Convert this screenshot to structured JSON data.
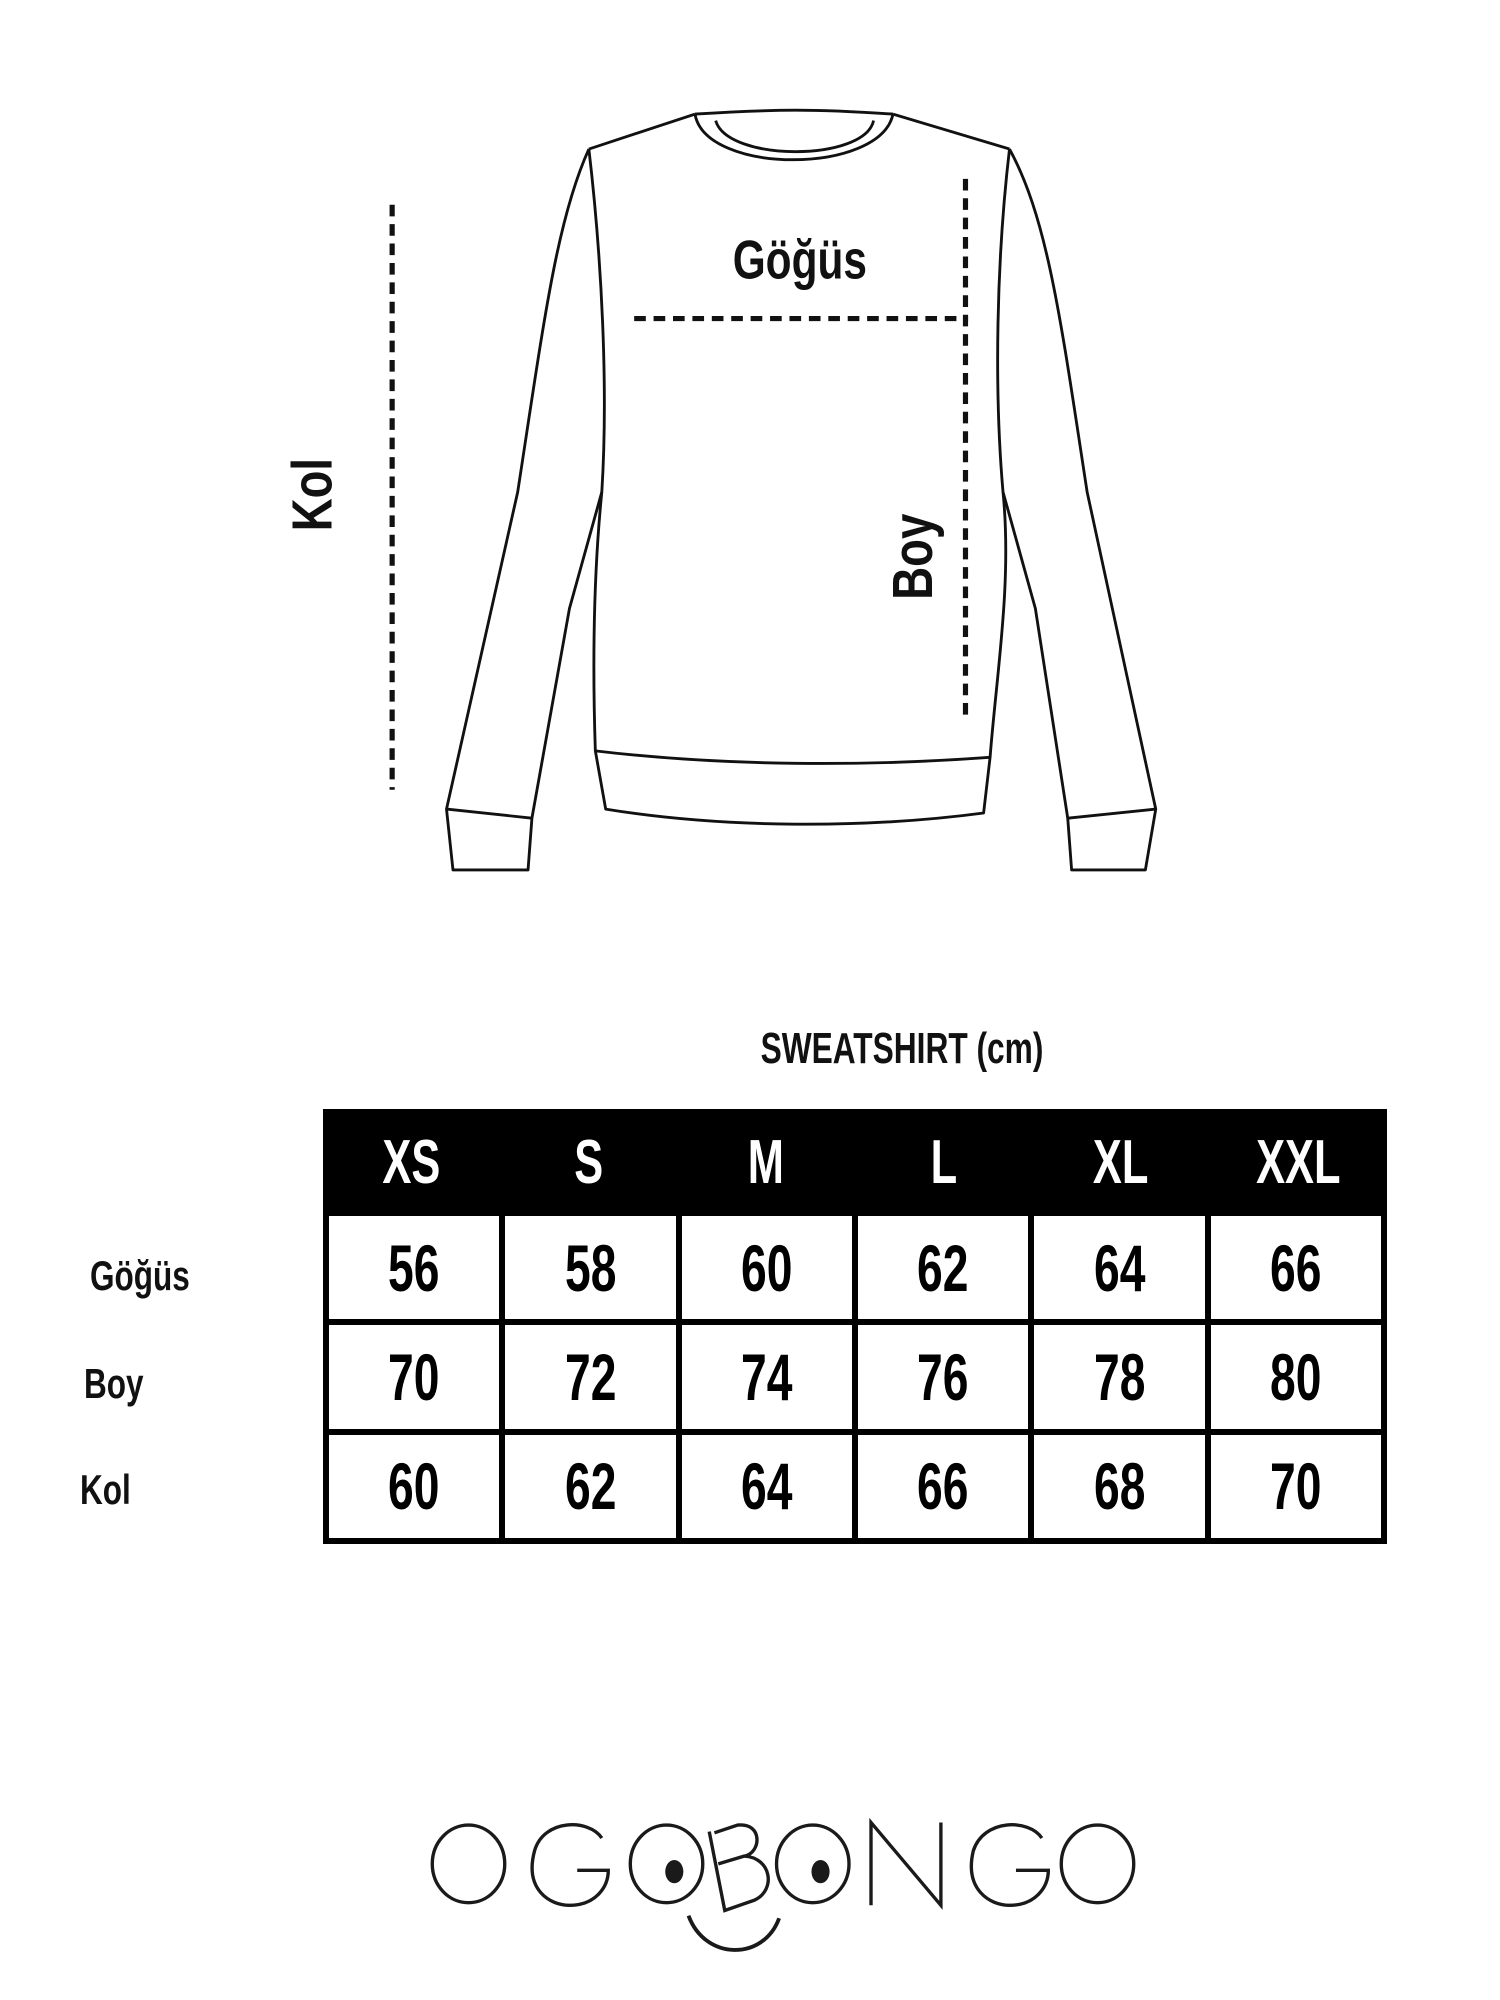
{
  "diagram": {
    "chest_label": "Göğüs",
    "sleeve_label": "Kol",
    "length_label": "Boy"
  },
  "table": {
    "title": "SWEATSHIRT (cm)",
    "sizes": [
      "XS",
      "S",
      "M",
      "L",
      "XL",
      "XXL"
    ],
    "rows": [
      {
        "label": "Göğüs",
        "values": [
          "56",
          "58",
          "60",
          "62",
          "64",
          "66"
        ]
      },
      {
        "label": "Boy",
        "values": [
          "70",
          "72",
          "74",
          "76",
          "78",
          "80"
        ]
      },
      {
        "label": "Kol",
        "values": [
          "60",
          "62",
          "64",
          "66",
          "68",
          "70"
        ]
      }
    ]
  },
  "logo": {
    "text": "OGOBONGO"
  },
  "colors": {
    "ink": "#111111",
    "background": "#ffffff"
  }
}
